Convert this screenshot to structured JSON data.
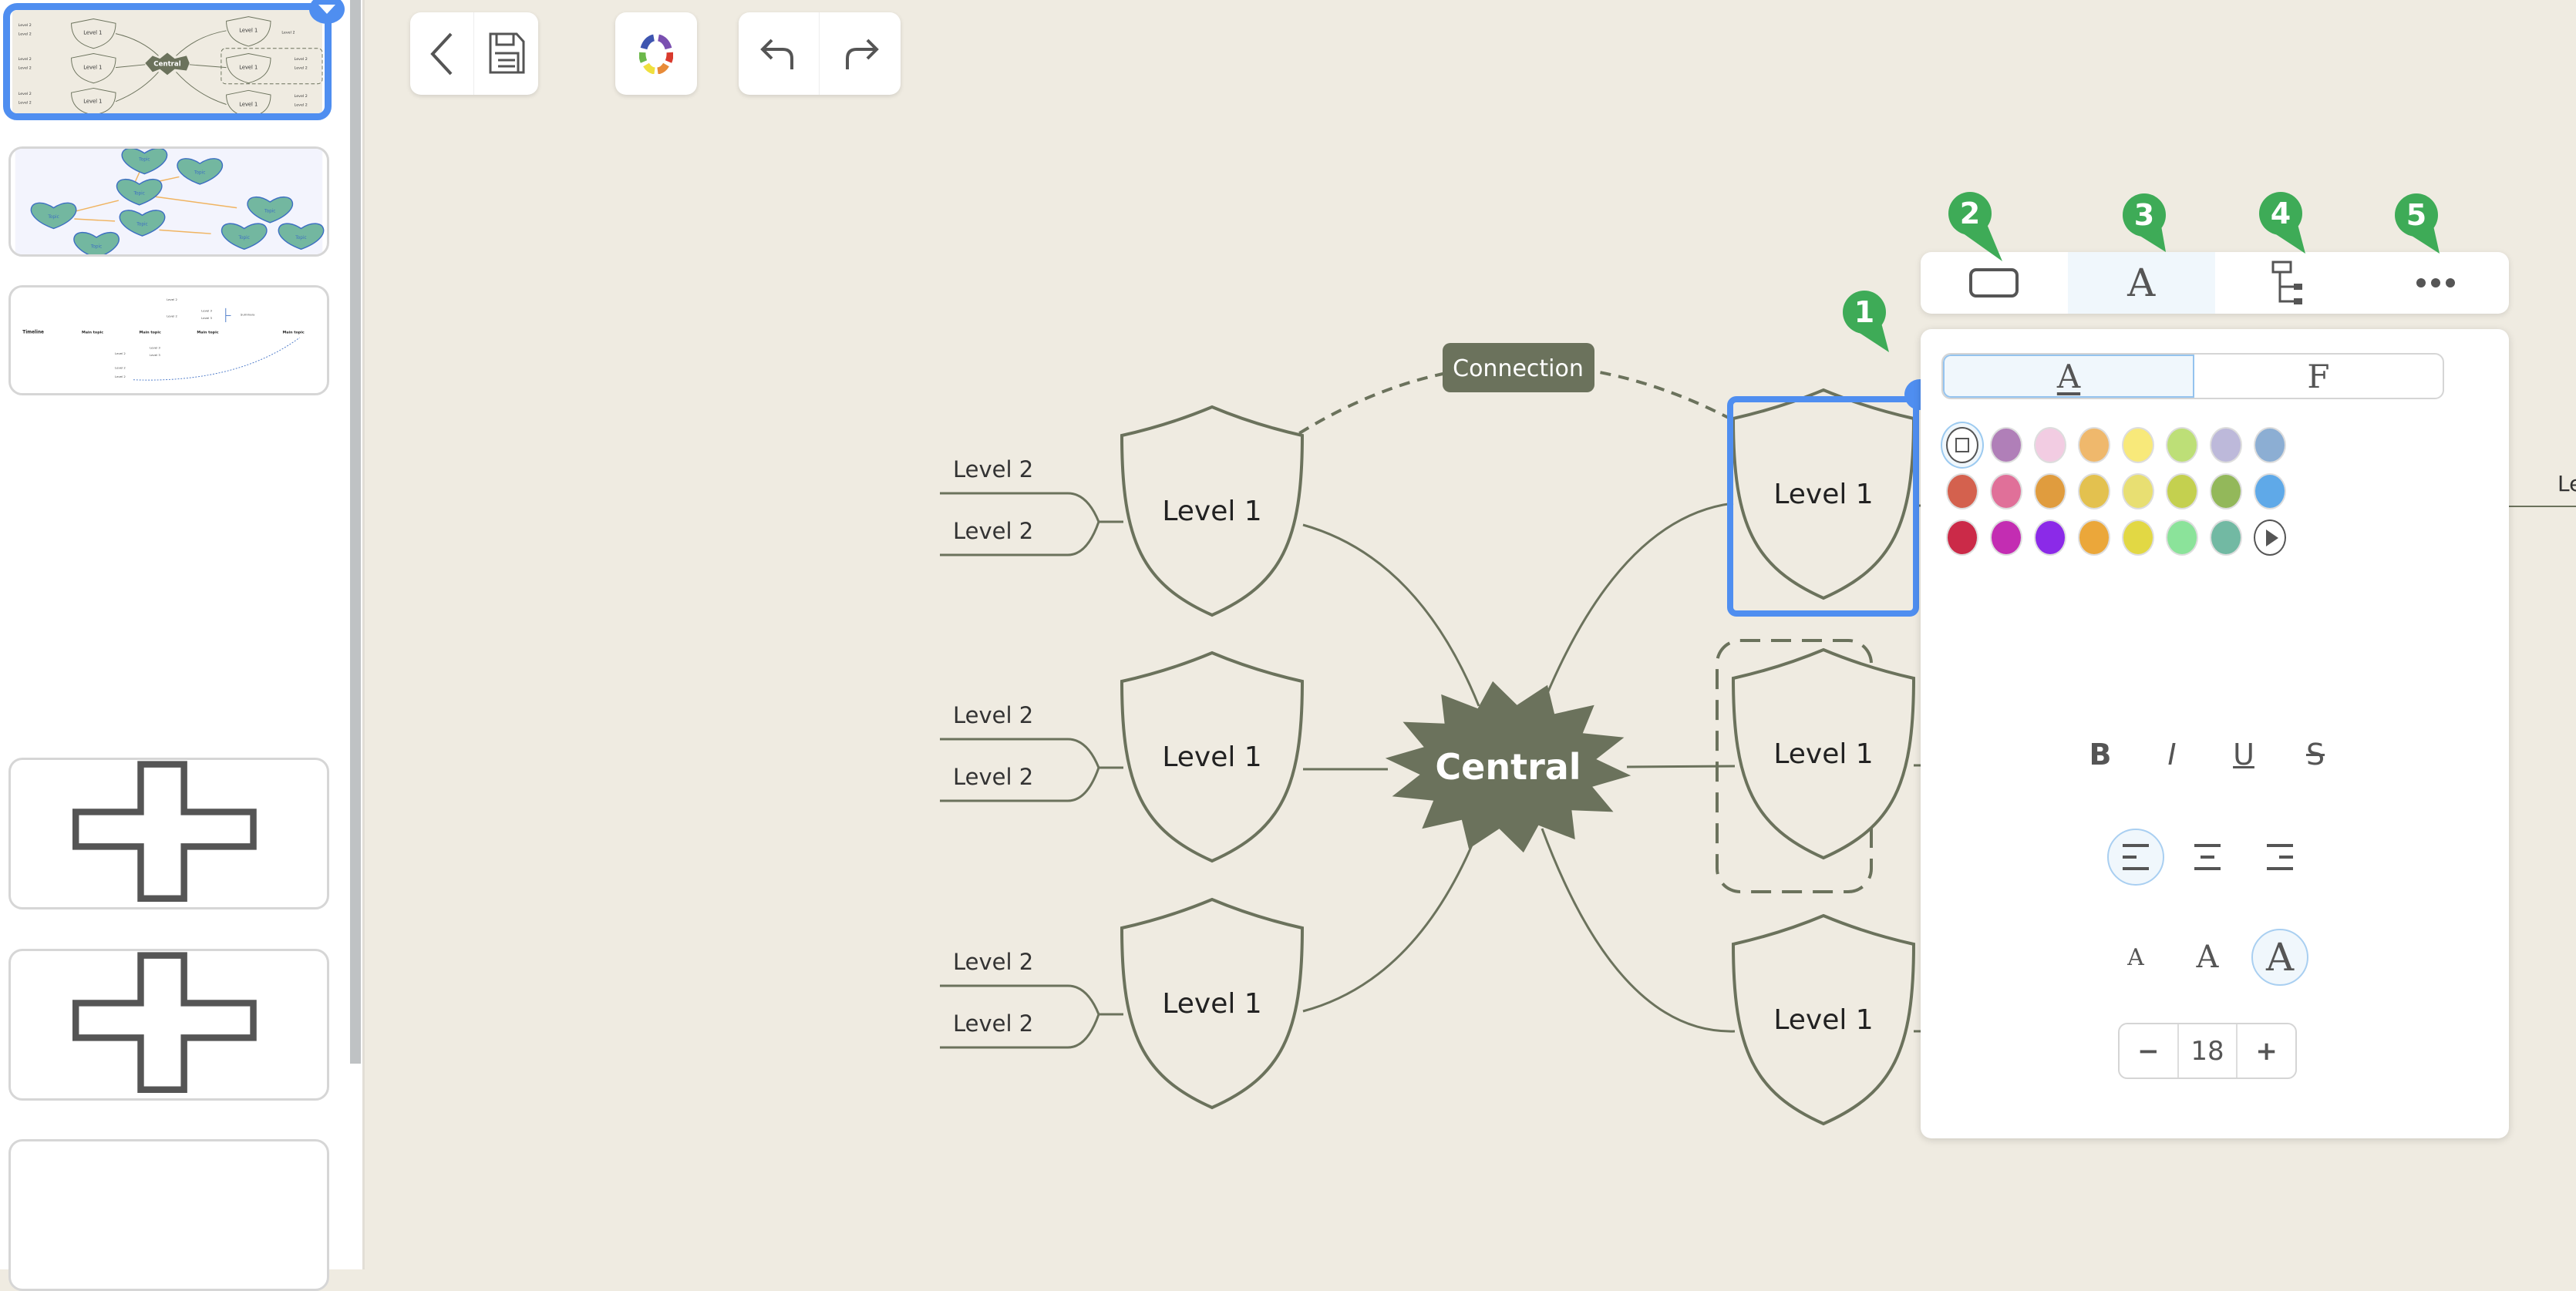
{
  "toolbar": {
    "back": "chevron-left-icon",
    "save": "floppy-disk-icon",
    "theme": "color-wheel-icon",
    "undo": "undo-icon",
    "redo": "redo-icon"
  },
  "sidebar": {
    "thumbnails": [
      {
        "type": "mind-map",
        "central": "Central",
        "level1": "Level 1",
        "level2": "Level 2"
      },
      {
        "type": "hearts",
        "topic": "Topic"
      },
      {
        "type": "timeline",
        "title": "Timeline",
        "main_topic": "Main topic",
        "level2": "Level 2",
        "level3": "Level 3",
        "summary": "Summary"
      },
      {
        "type": "add",
        "icon": "plus-icon"
      },
      {
        "type": "add",
        "icon": "plus-icon"
      }
    ]
  },
  "mindmap": {
    "central": "Central",
    "connection_label": "Connection",
    "level1": "Level 1",
    "level2": "Level 2",
    "edge_partial": "Le",
    "colors": {
      "node": "#6b725c",
      "selection": "#4f8ef0",
      "canvas": "#efebe1"
    }
  },
  "markers": [
    "1",
    "2",
    "3",
    "4",
    "5"
  ],
  "format_toolbar": {
    "items": [
      "shape-icon",
      "text-style-icon",
      "layout-icon",
      "more-icon"
    ],
    "text_glyph": "A",
    "active": 1
  },
  "panel": {
    "tabs": [
      "A",
      "F"
    ],
    "active_tab": 0,
    "colors": [
      "none",
      "#b07fb8",
      "#f2cce2",
      "#efb86c",
      "#f8e97a",
      "#bddf77",
      "#bdb9da",
      "#8caed3",
      "#d4614e",
      "#e07099",
      "#e09c3e",
      "#e3c14f",
      "#e8df72",
      "#c4d04f",
      "#93b85a",
      "#5fa9e8",
      "#cb2a48",
      "#c32db2",
      "#8b2ae8",
      "#eba73a",
      "#e2d844",
      "#8be39a",
      "#72b9a3",
      "more"
    ],
    "styles": {
      "bold": "B",
      "italic": "I",
      "underline": "U",
      "strike": "S"
    },
    "align": [
      "align-left-icon",
      "align-center-icon",
      "align-right-icon"
    ],
    "align_active": 0,
    "sizes_glyph": "A",
    "size_active": 2,
    "font_size": "18",
    "minus": "−",
    "plus": "+"
  }
}
